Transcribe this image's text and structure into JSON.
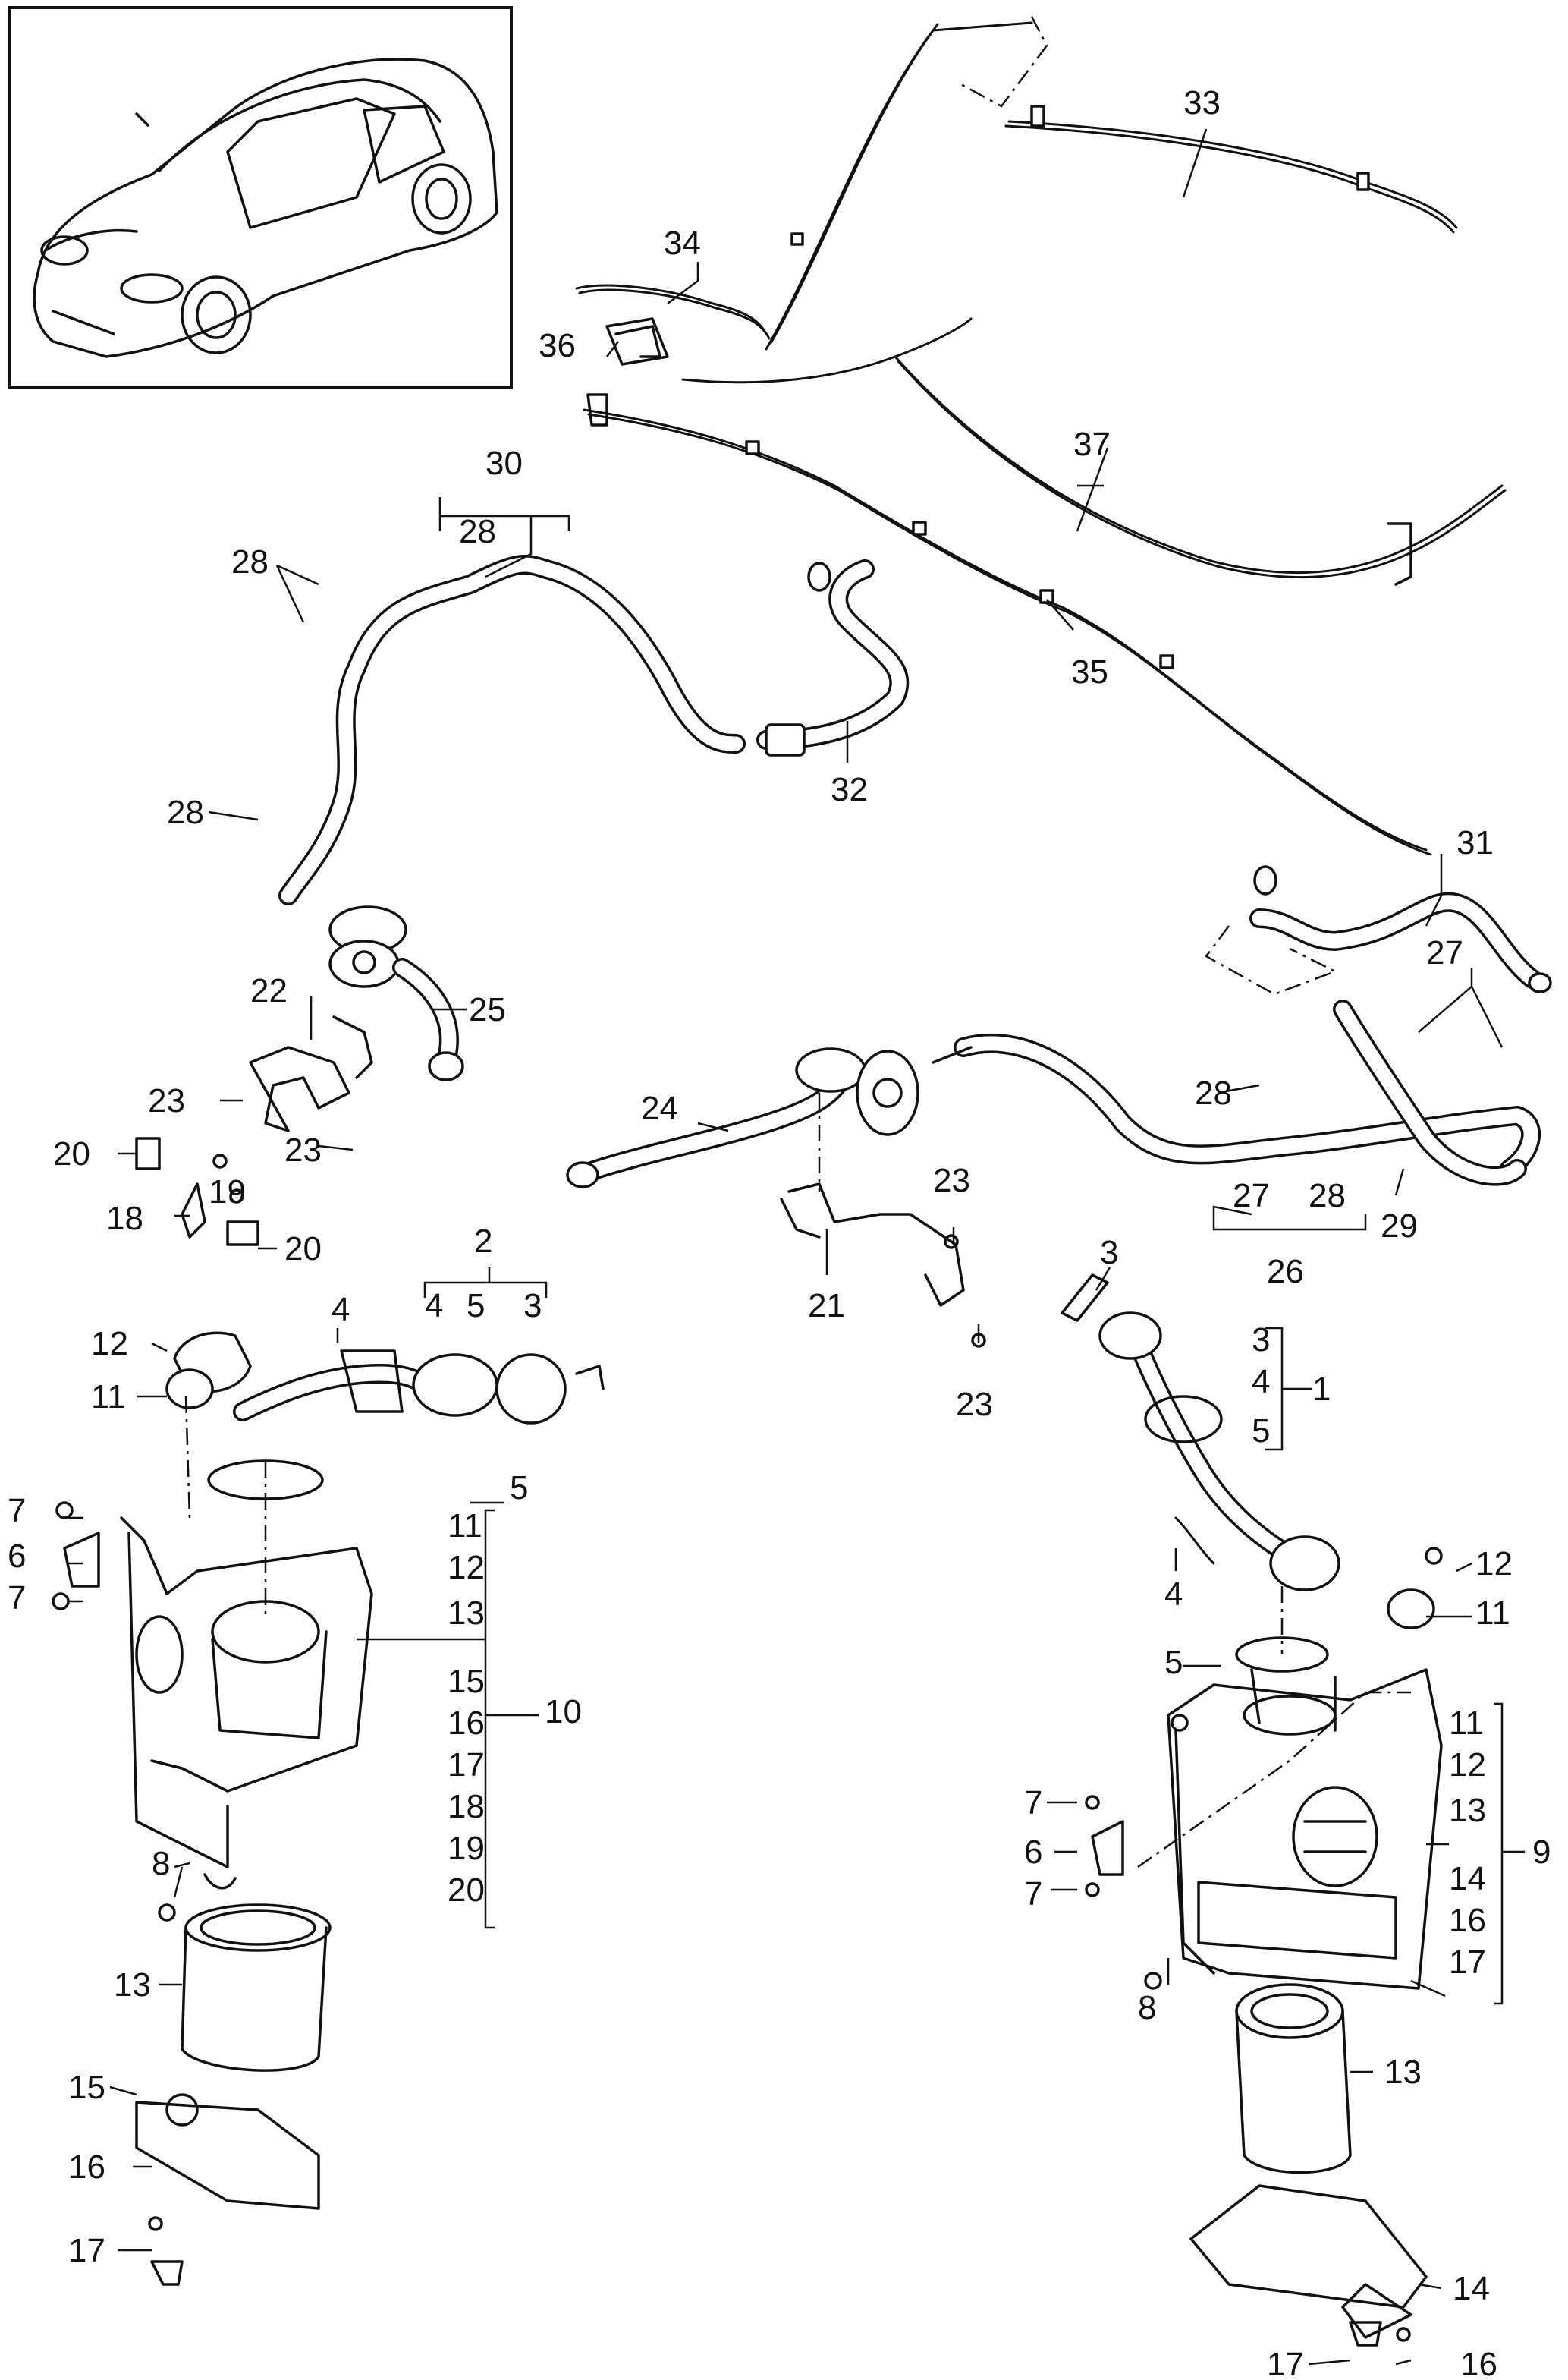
{
  "callouts": {
    "c1": "1",
    "c2": "2",
    "c3a": "3",
    "c3b": "3",
    "c3c": "3",
    "c4a": "4",
    "c4b": "4",
    "c4c": "4",
    "c4d": "4",
    "c5a": "5",
    "c5b": "5",
    "c5c": "5",
    "c5d": "5",
    "c6a": "6",
    "c6b": "6",
    "c7a": "7",
    "c7b": "7",
    "c7c": "7",
    "c7d": "7",
    "c8a": "8",
    "c8b": "8",
    "c9": "9",
    "c10": "10",
    "c11a": "11",
    "c11b": "11",
    "c11c": "11",
    "c11d": "11",
    "c12a": "12",
    "c12b": "12",
    "c12c": "12",
    "c12d": "12",
    "c13a": "13",
    "c13b": "13",
    "c13c": "13",
    "c13d": "13",
    "c14a": "14",
    "c14b": "14",
    "c15a": "15",
    "c15b": "15",
    "c16a": "16",
    "c16b": "16",
    "c16c": "16",
    "c16d": "16",
    "c17a": "17",
    "c17b": "17",
    "c17c": "17",
    "c17d": "17",
    "c18a": "18",
    "c18b": "18",
    "c19a": "19",
    "c19b": "19",
    "c20a": "20",
    "c20b": "20",
    "c20c": "20",
    "c21": "21",
    "c22": "22",
    "c23a": "23",
    "c23b": "23",
    "c23c": "23",
    "c23d": "23",
    "c24": "24",
    "c25": "25",
    "c26": "26",
    "c27a": "27",
    "c27b": "27",
    "c28a": "28",
    "c28b": "28",
    "c28c": "28",
    "c28d": "28",
    "c28e": "28",
    "c29": "29",
    "c30": "30",
    "c31": "31",
    "c32": "32",
    "c33": "33",
    "c34": "34",
    "c35": "35",
    "c36": "36",
    "c37": "37"
  },
  "colors": {
    "ink": "#111111",
    "background": "#ffffff",
    "frame": "#111111"
  },
  "icons": {
    "vehicle_thumbnail": "car-sedan-icon"
  }
}
